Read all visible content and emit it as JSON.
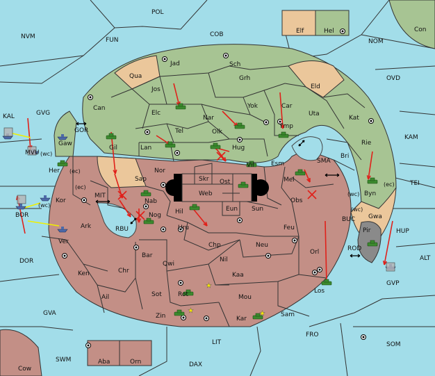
{
  "colors": {
    "sea": "#a2dde9",
    "green_power": "#a7c493",
    "red_power": "#c38f86",
    "neutral": "#ebc79b",
    "grey": "#8a8a8a",
    "order_arrow": "#e0201a",
    "support_arrow": "#f0f000",
    "army": "#3c8a2e"
  },
  "sea_labels": [
    {
      "id": "pol",
      "text": "POL"
    },
    {
      "id": "nvm",
      "text": "NVM"
    },
    {
      "id": "fun",
      "text": "FUN"
    },
    {
      "id": "cob",
      "text": "COB"
    },
    {
      "id": "nom",
      "text": "NOM"
    },
    {
      "id": "con",
      "text": "Con"
    },
    {
      "id": "ovd",
      "text": "OVD"
    },
    {
      "id": "kal",
      "text": "KAL"
    },
    {
      "id": "gvg",
      "text": "GVG"
    },
    {
      "id": "gor",
      "text": "GOR"
    },
    {
      "id": "mvu",
      "text": "MVU"
    },
    {
      "id": "kam",
      "text": "KAM"
    },
    {
      "id": "sma",
      "text": "SMA"
    },
    {
      "id": "tei",
      "text": "TEI"
    },
    {
      "id": "mit",
      "text": "MIT"
    },
    {
      "id": "bor",
      "text": "BOR"
    },
    {
      "id": "rbu",
      "text": "RBU"
    },
    {
      "id": "buc",
      "text": "BUC"
    },
    {
      "id": "hup",
      "text": "HUP"
    },
    {
      "id": "dor",
      "text": "DOR"
    },
    {
      "id": "rod",
      "text": "ROD"
    },
    {
      "id": "alt",
      "text": "ALT"
    },
    {
      "id": "gvp",
      "text": "GVP"
    },
    {
      "id": "gva",
      "text": "GVA"
    },
    {
      "id": "fro",
      "text": "FRO"
    },
    {
      "id": "som",
      "text": "SOM"
    },
    {
      "id": "lit",
      "text": "LIT"
    },
    {
      "id": "swm",
      "text": "SWM"
    },
    {
      "id": "dax",
      "text": "DAX"
    },
    {
      "id": "cow",
      "text": "Cow"
    }
  ],
  "land_labels": [
    {
      "id": "elf",
      "text": "Elf"
    },
    {
      "id": "hel",
      "text": "Hel"
    },
    {
      "id": "jad",
      "text": "Jad"
    },
    {
      "id": "sch",
      "text": "Sch"
    },
    {
      "id": "qua",
      "text": "Qua"
    },
    {
      "id": "grh",
      "text": "Grh"
    },
    {
      "id": "eld",
      "text": "Eld"
    },
    {
      "id": "jos",
      "text": "Jos"
    },
    {
      "id": "can",
      "text": "Can"
    },
    {
      "id": "car",
      "text": "Car"
    },
    {
      "id": "yok",
      "text": "Yok"
    },
    {
      "id": "elc",
      "text": "Elc"
    },
    {
      "id": "nar",
      "text": "Nar"
    },
    {
      "id": "uta",
      "text": "Uta"
    },
    {
      "id": "kat",
      "text": "Kat"
    },
    {
      "id": "tel",
      "text": "Tel"
    },
    {
      "id": "olk",
      "text": "Olk"
    },
    {
      "id": "ymp",
      "text": "Ymp"
    },
    {
      "id": "gaw",
      "text": "Gaw"
    },
    {
      "id": "gil",
      "text": "Gil"
    },
    {
      "id": "lan",
      "text": "Lan"
    },
    {
      "id": "hug",
      "text": "Hug"
    },
    {
      "id": "rie",
      "text": "Rie"
    },
    {
      "id": "bri",
      "text": "Bri"
    },
    {
      "id": "esm",
      "text": "Esm"
    },
    {
      "id": "vil",
      "text": "Vil"
    },
    {
      "id": "her",
      "text": "Her"
    },
    {
      "id": "nor",
      "text": "Nor"
    },
    {
      "id": "skr",
      "text": "Skr"
    },
    {
      "id": "ost",
      "text": "Ost"
    },
    {
      "id": "sap",
      "text": "Sap"
    },
    {
      "id": "web",
      "text": "Web"
    },
    {
      "id": "mel",
      "text": "Mel"
    },
    {
      "id": "byn",
      "text": "Byn"
    },
    {
      "id": "kor",
      "text": "Kor"
    },
    {
      "id": "nab",
      "text": "Nab"
    },
    {
      "id": "obs",
      "text": "Obs"
    },
    {
      "id": "eun",
      "text": "Eun"
    },
    {
      "id": "sun",
      "text": "Sun"
    },
    {
      "id": "ark",
      "text": "Ark"
    },
    {
      "id": "nog",
      "text": "Nog"
    },
    {
      "id": "hil",
      "text": "Hil"
    },
    {
      "id": "gwa",
      "text": "Gwa"
    },
    {
      "id": "uru",
      "text": "Uru"
    },
    {
      "id": "feu",
      "text": "Feu"
    },
    {
      "id": "pir",
      "text": "Pir"
    },
    {
      "id": "ver",
      "text": "Ver"
    },
    {
      "id": "chp",
      "text": "Chp"
    },
    {
      "id": "neu",
      "text": "Neu"
    },
    {
      "id": "orl",
      "text": "Orl"
    },
    {
      "id": "bar",
      "text": "Bar"
    },
    {
      "id": "qwi",
      "text": "Qwi"
    },
    {
      "id": "nil",
      "text": "Nil"
    },
    {
      "id": "ken",
      "text": "Ken"
    },
    {
      "id": "chr",
      "text": "Chr"
    },
    {
      "id": "kaa",
      "text": "Kaa"
    },
    {
      "id": "los",
      "text": "Los"
    },
    {
      "id": "rot",
      "text": "Rot"
    },
    {
      "id": "ail",
      "text": "Ail"
    },
    {
      "id": "sot",
      "text": "Sot"
    },
    {
      "id": "mou",
      "text": "Mou"
    },
    {
      "id": "zin",
      "text": "Zin"
    },
    {
      "id": "kar",
      "text": "Kar"
    },
    {
      "id": "sam",
      "text": "Sam"
    },
    {
      "id": "aba",
      "text": "Aba"
    },
    {
      "id": "orn",
      "text": "Orn"
    }
  ],
  "coast_labels": [
    {
      "id": "wc_mvu",
      "text": "(wc)"
    },
    {
      "id": "ec_her",
      "text": "(ec)"
    },
    {
      "id": "ec_kor",
      "text": "(ec)"
    },
    {
      "id": "wc_kor",
      "text": "(wc)"
    },
    {
      "id": "wc_byn",
      "text": "(wc)"
    },
    {
      "id": "ec_byn",
      "text": "(ec)"
    },
    {
      "id": "wc_buc",
      "text": "(wc)"
    }
  ]
}
